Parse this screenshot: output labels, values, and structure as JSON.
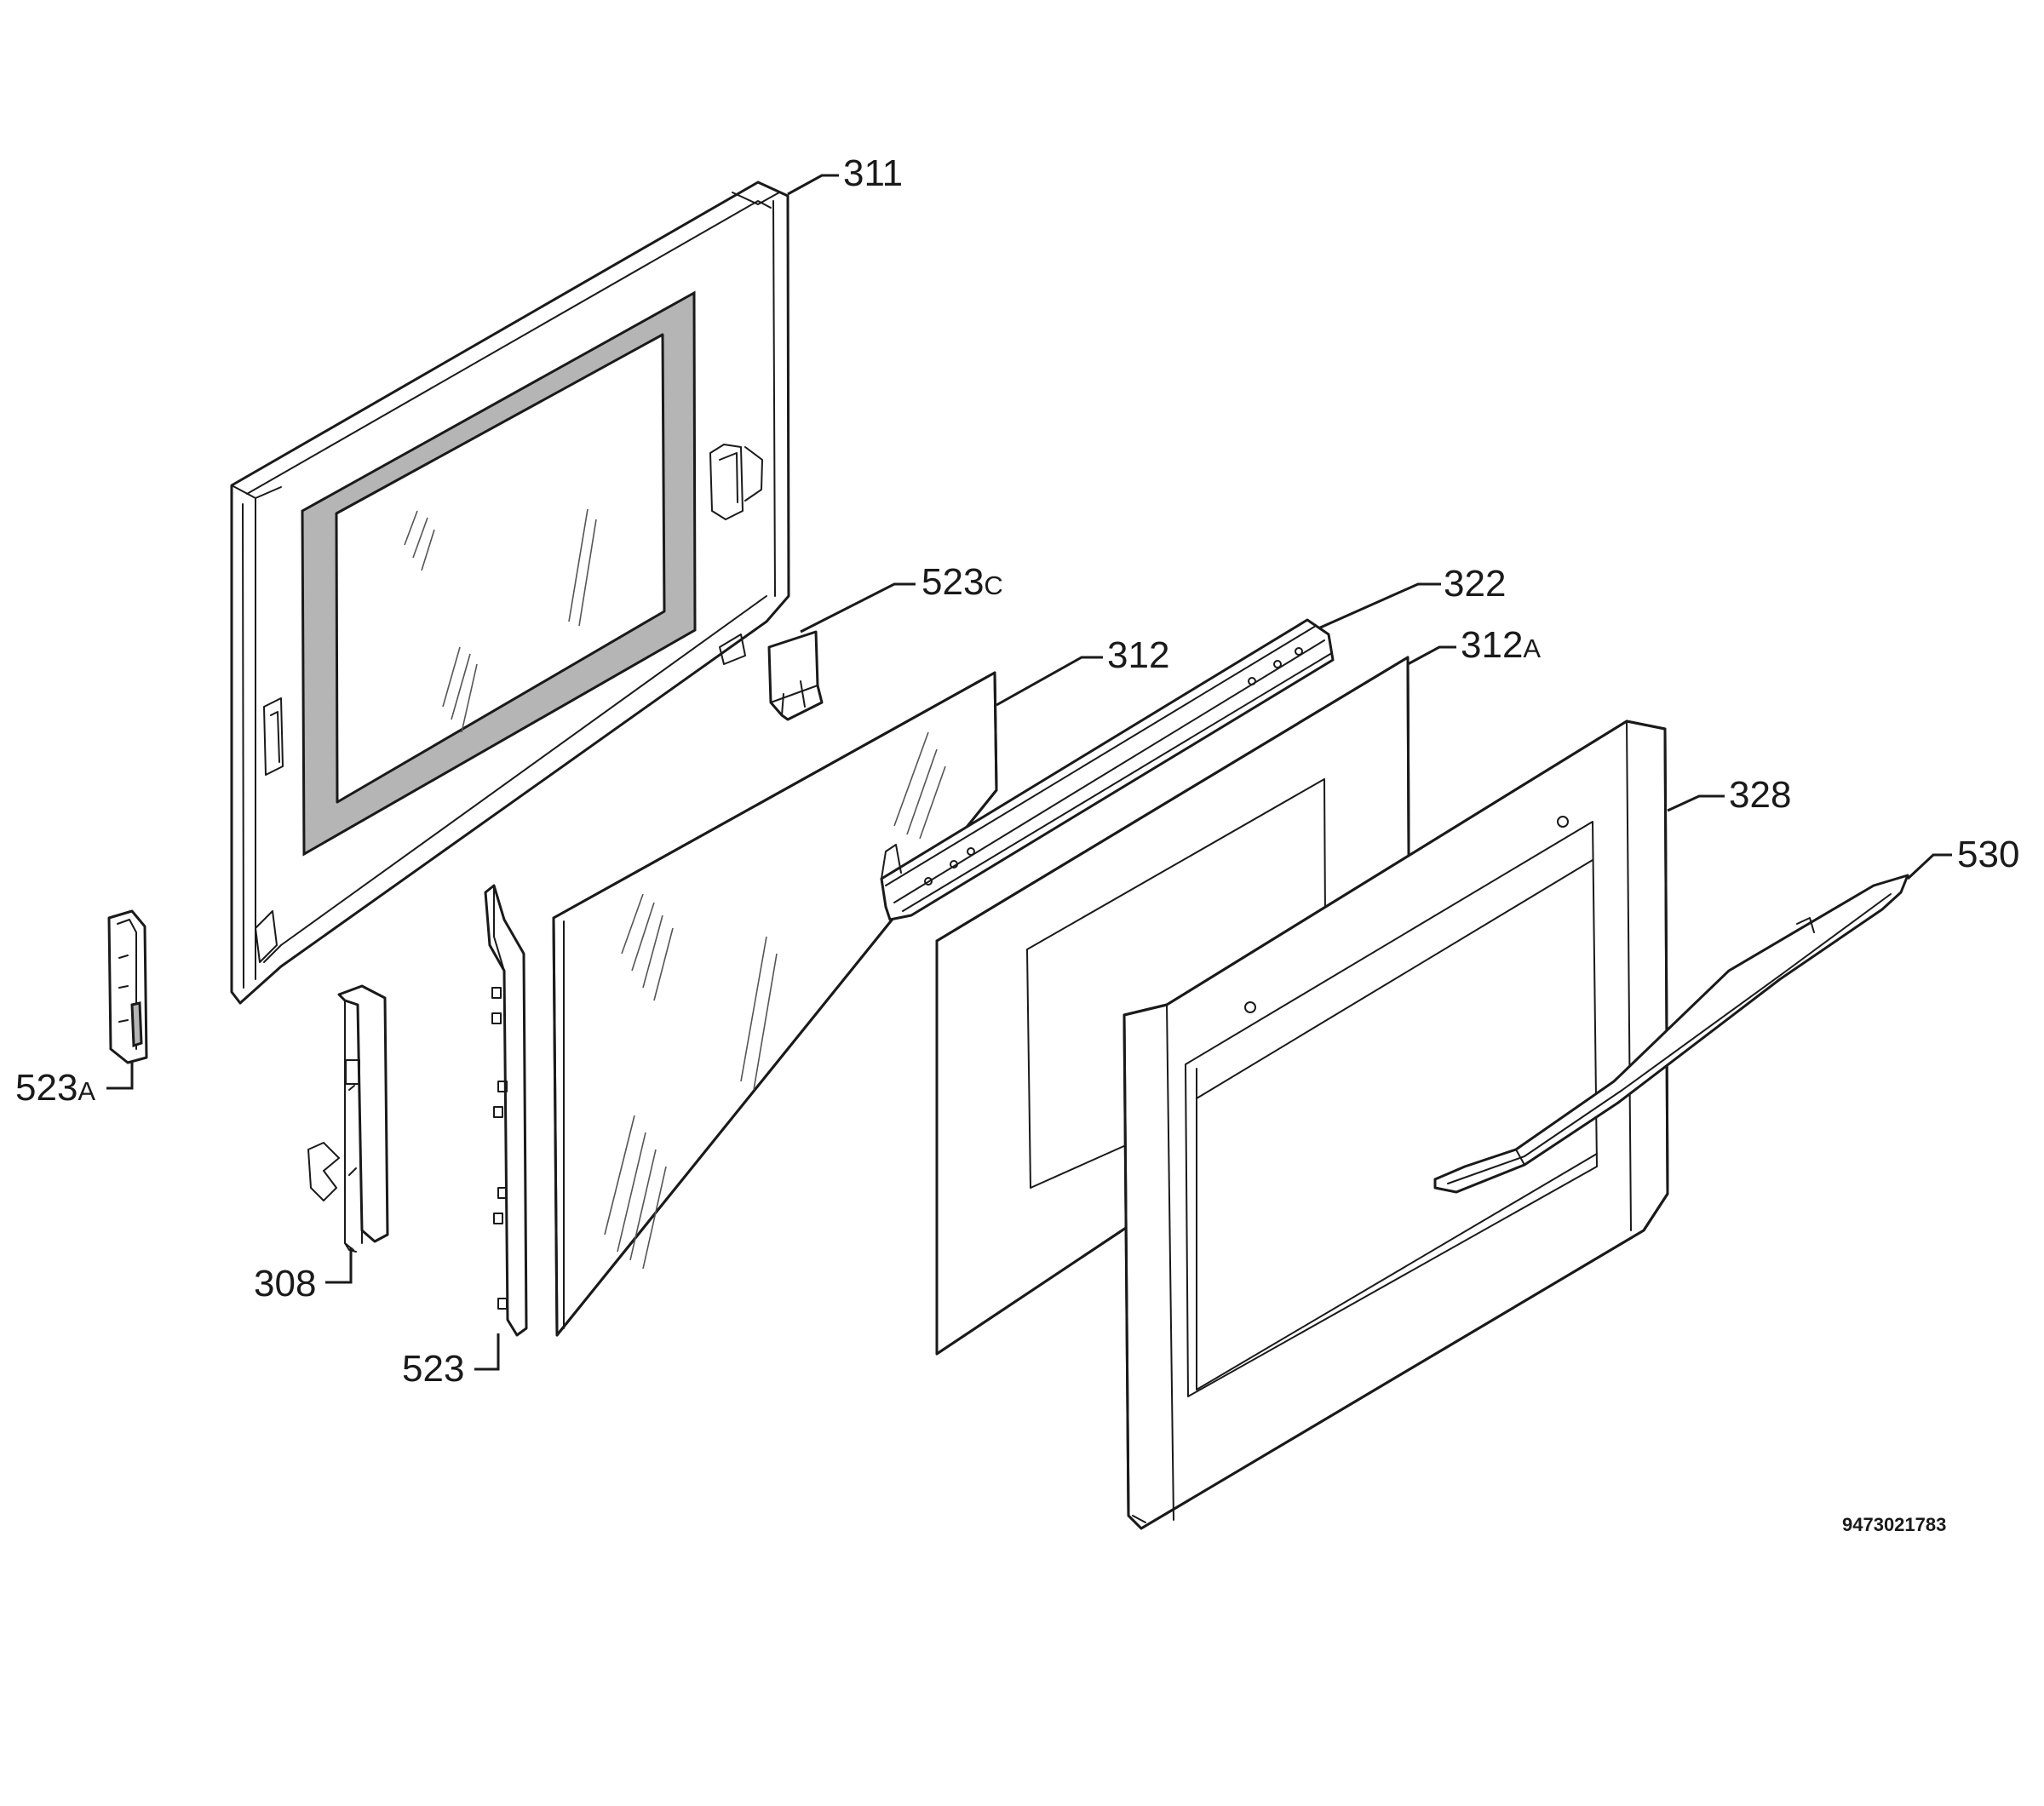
{
  "labels": {
    "l311": "311",
    "l523c_num": "523",
    "l523c_suf": "C",
    "l322": "322",
    "l312": "312",
    "l312a_num": "312",
    "l312a_suf": "A",
    "l328": "328",
    "l530": "530",
    "l523a_num": "523",
    "l523a_suf": "A",
    "l308": "308",
    "l523": "523"
  },
  "document_id": "9473021783",
  "colors": {
    "line": "#1a1a1a",
    "gasket": "#b5b5b5",
    "background": "#ffffff"
  }
}
